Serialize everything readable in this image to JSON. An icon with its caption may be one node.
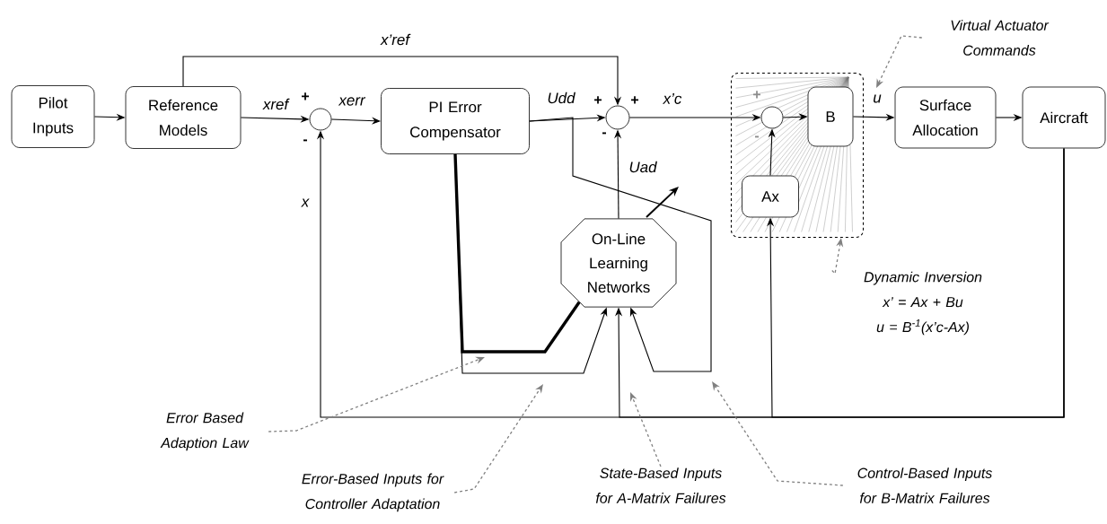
{
  "diagram": {
    "nodes": [
      {
        "text": [
          "Pilot Inputs"
        ]
      },
      {
        "text": [
          "Reference Models"
        ]
      },
      {
        "text": [],
        "shape": "circle"
      },
      {
        "text": [
          "PI Error Compensator"
        ]
      },
      {
        "text": [],
        "shape": "circle"
      },
      {
        "text": [],
        "shape": "box"
      },
      {
        "text": [],
        "shape": "circle",
        "in": 5
      },
      {
        "text": [
          "B"
        ],
        "in": 5
      },
      {
        "text": [
          "Ax"
        ],
        "in": 5
      },
      {
        "text": [
          "Surface Allocation"
        ]
      },
      {
        "text": [
          "Aircraft"
        ]
      },
      {
        "text": [
          "On-Line Learning Networks"
        ]
      },
      {
        "text": [
          "Virtual Actuator Commands"
        ]
      },
      {
        "text": [
          "Dynamic Inversion",
          "x’ = Ax + Bu",
          "u = B$^{-1}$(x’c-Ax)"
        ]
      },
      {
        "text": [
          "Error Based Adaption Law"
        ]
      },
      {
        "text": [
          "Error-Based Inputs for Controller Adaptation"
        ]
      },
      {
        "text": [
          "State-Based Inputs for A-Matrix Failures"
        ]
      },
      {
        "text": [
          "Control-Based Inputs for B-Matrix Failures"
        ]
      }
    ],
    "edges": [
      {
        "from": 0,
        "to": 1,
        "arrow": "to"
      },
      {
        "from": 1,
        "to": 2,
        "arrow": "to",
        "label": "xref"
      },
      {
        "from": 2,
        "to": 3,
        "arrow": "to",
        "label": "xerr"
      },
      {
        "from": 3,
        "to": 4,
        "arrow": "to",
        "label": "Udd"
      },
      {
        "from": 1,
        "to": 4,
        "arrow": "to",
        "label": "x’ref"
      },
      {
        "from": 11,
        "to": 4,
        "arrow": "to",
        "label": "Uad"
      },
      {
        "from": 4,
        "to": 6,
        "arrow": "to",
        "label": "x’c"
      },
      {
        "from": 6,
        "to": 7,
        "arrow": "to"
      },
      {
        "from": 8,
        "to": 6,
        "arrow": "to"
      },
      {
        "from": 7,
        "to": 9,
        "arrow": "to",
        "label": "u"
      },
      {
        "from": 9,
        "to": 10,
        "arrow": "to"
      },
      {
        "from": 10,
        "to": 2,
        "arrow": "to",
        "label": "x"
      },
      {
        "from": 10,
        "to": 11,
        "arrow": "to"
      },
      {
        "from": 10,
        "to": 8,
        "arrow": "to"
      },
      {
        "from": 3,
        "to": 11,
        "arrow": "none",
        "style": "thick"
      },
      {
        "from": 3,
        "to": 11,
        "arrow": "to"
      },
      {
        "from": 3,
        "to": 11,
        "arrow": "to"
      },
      {
        "from": 12,
        "to": null,
        "arrow": "to",
        "style": "dashed",
        "color": "#808080"
      },
      {
        "from": 13,
        "to": 5,
        "arrow": "to",
        "style": "dashed",
        "color": "#808080"
      },
      {
        "from": 14,
        "to": null,
        "arrow": "to",
        "style": "dashed",
        "color": "#808080"
      },
      {
        "from": 15,
        "to": null,
        "arrow": "to",
        "style": "dashed",
        "color": "#808080"
      },
      {
        "from": 16,
        "to": null,
        "arrow": "to",
        "style": "dashed",
        "color": "#808080"
      },
      {
        "from": 17,
        "to": null,
        "arrow": "to",
        "style": "dashed",
        "color": "#808080"
      }
    ],
    "labels": [
      "+",
      "-",
      "+",
      "+",
      "-",
      "+",
      "-"
    ]
  }
}
